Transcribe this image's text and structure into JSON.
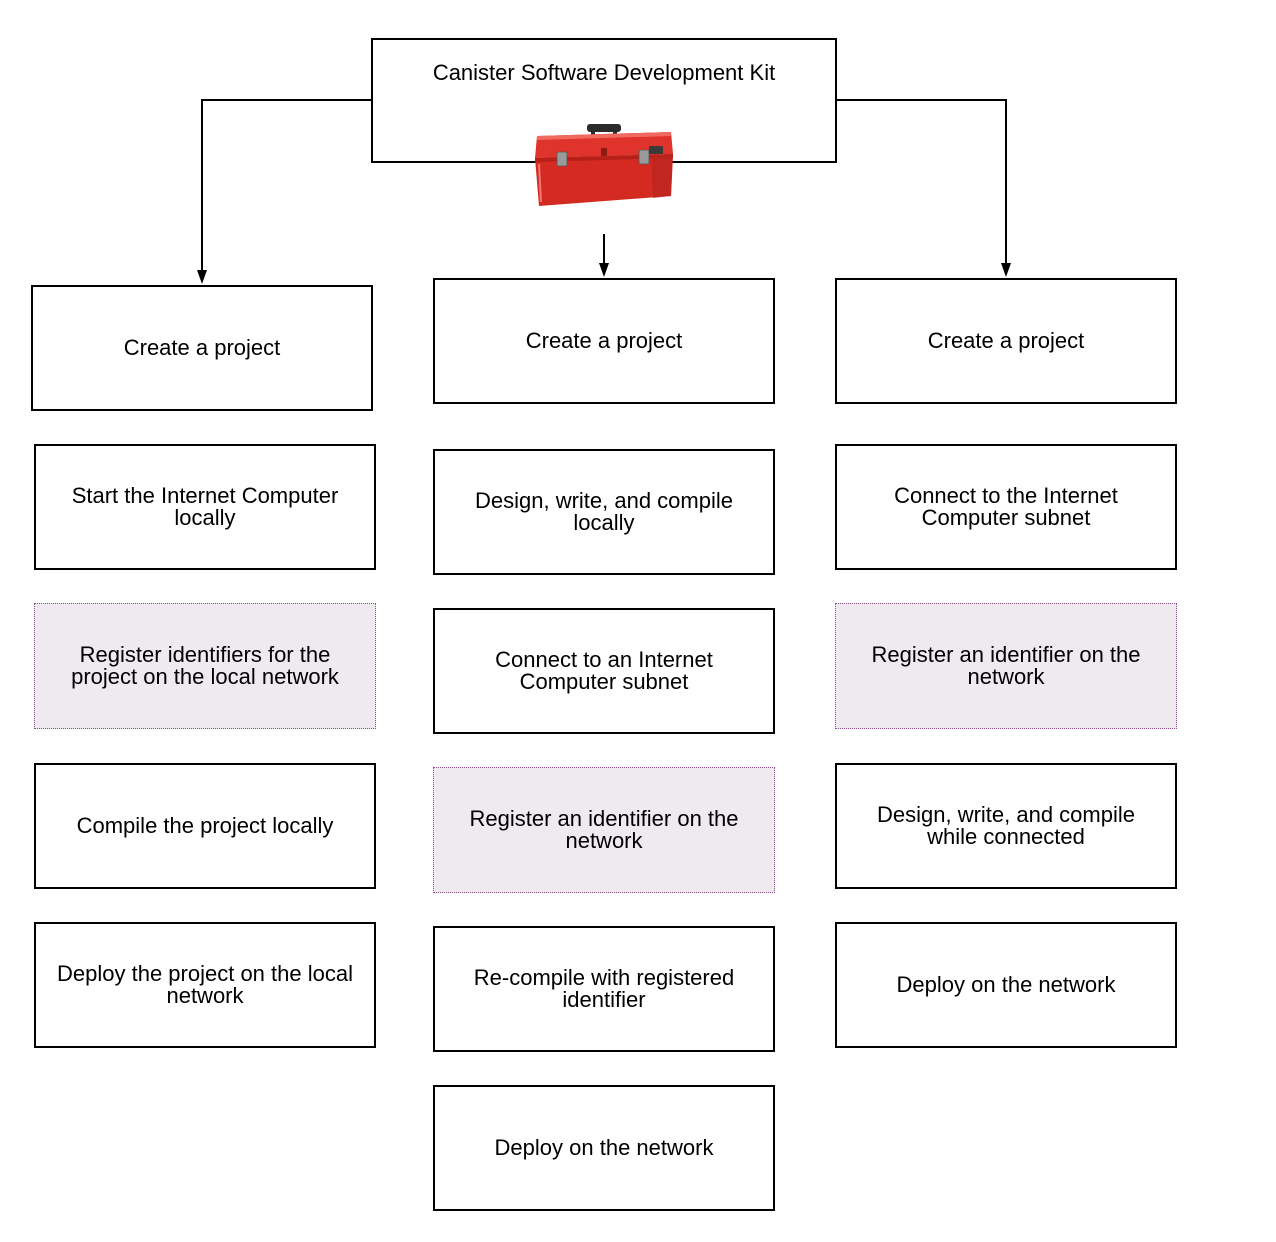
{
  "root": {
    "title": "Canister Software Development Kit",
    "icon": "toolbox-icon"
  },
  "columns": [
    {
      "steps": [
        "Create a project",
        "Start the Internet Computer locally",
        "Register identifiers for the project on the local network",
        "Compile the project locally",
        "Deploy the project on the local network"
      ]
    },
    {
      "steps": [
        "Create a project",
        "Design, write, and compile locally",
        "Connect to an Internet Computer subnet",
        "Register an identifier on the network",
        "Re-compile with registered identifier",
        "Deploy on the network"
      ]
    },
    {
      "steps": [
        "Create a project",
        "Connect to the Internet Computer subnet",
        "Register an identifier on the network",
        "Design, write, and compile while connected",
        "Deploy on the network"
      ]
    }
  ],
  "colors": {
    "highlight_fill": "#efe9f0",
    "highlight_border": "#8a4f8a",
    "toolbox_red": "#e0332b"
  }
}
